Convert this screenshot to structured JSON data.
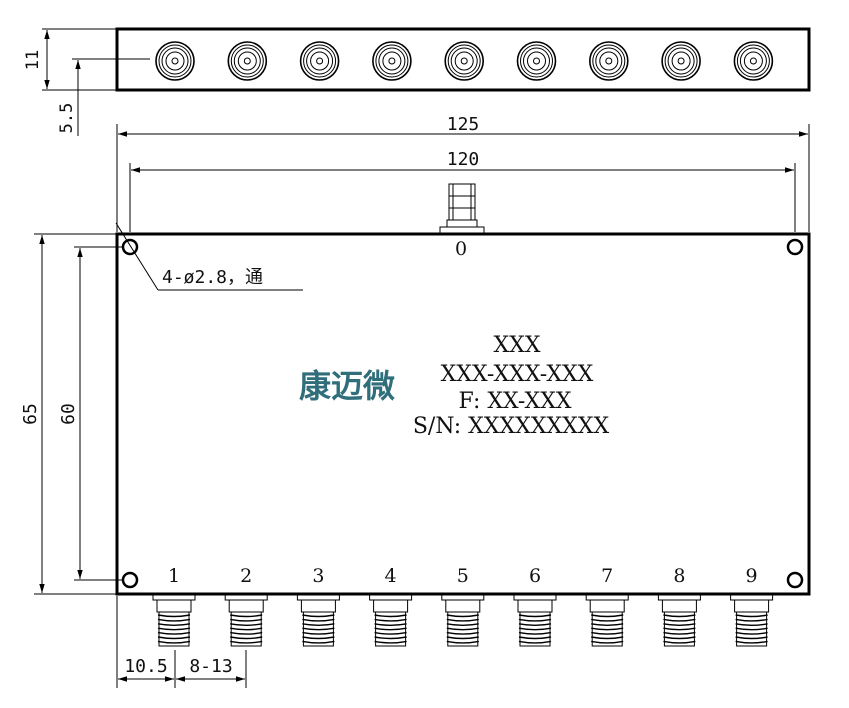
{
  "dimensions": {
    "top_height": "11",
    "top_offset": "5.5",
    "overall_width": "125",
    "hole_spacing_width": "120",
    "overall_height": "65",
    "hole_spacing_height": "60",
    "mount_holes": "4-ø2.8，通",
    "first_port_offset": "10.5",
    "port_pitch": "8-13"
  },
  "ports": {
    "input": "0",
    "outputs": [
      "1",
      "2",
      "3",
      "4",
      "5",
      "6",
      "7",
      "8",
      "9"
    ]
  },
  "label": {
    "brand": "康迈微",
    "line1": "XXX",
    "line2": "XXX-XXX-XXX",
    "line3": "F: XX-XXX",
    "line4": "S/N: XXXXXXXXX"
  },
  "top_view": {
    "connector_count": 9
  }
}
